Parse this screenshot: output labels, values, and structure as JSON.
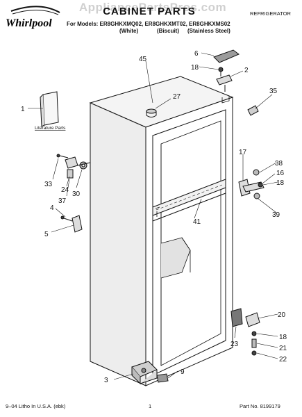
{
  "header": {
    "brand": "Whirlpool",
    "watermark": "AppliancePartsPros.com",
    "title": "CABINET PARTS",
    "category": "REFRIGERATOR",
    "models_line": "For Models: ER8GHKXMQ02, ER8GHKXMT02, ER8GHKXMS02",
    "variants": [
      "(White)",
      "(Biscuit)",
      "(Stainless Steel)"
    ]
  },
  "callouts": {
    "c1": "1",
    "c2": "2",
    "c3": "3",
    "c4": "4",
    "c5": "5",
    "c6": "6",
    "c9": "9",
    "c16": "16",
    "c17": "17",
    "c18a": "18",
    "c18b": "18",
    "c18c": "18",
    "c20": "20",
    "c21": "21",
    "c22": "22",
    "c23": "23",
    "c24": "24",
    "c27": "27",
    "c30": "30",
    "c33": "33",
    "c35": "35",
    "c37": "37",
    "c38": "38",
    "c39": "39",
    "c41": "41",
    "c45": "45",
    "literature": "Literature Parts"
  },
  "footer": {
    "print_note": "9–04 Litho In U.S.A. (ebk)",
    "page": "1",
    "part_no": "Part No. 8199179"
  }
}
